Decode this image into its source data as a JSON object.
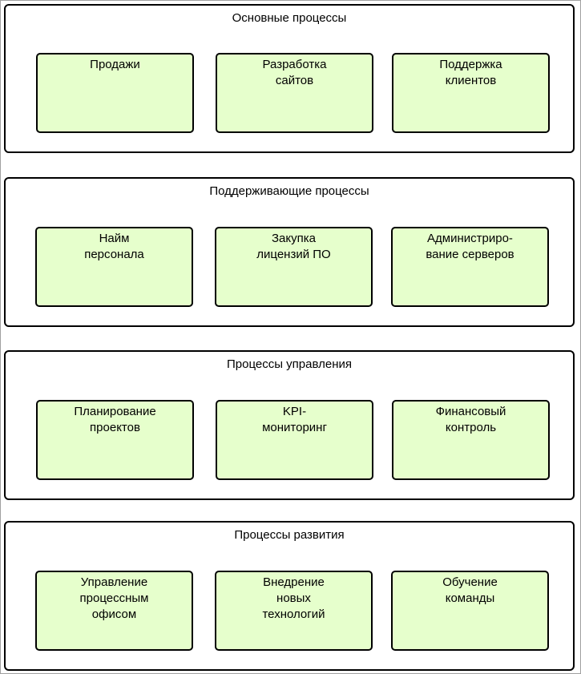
{
  "groups": [
    {
      "title": "Основные процессы",
      "items": [
        "Продажи",
        "Разработка\nсайтов",
        "Поддержка\nклиентов"
      ]
    },
    {
      "title": "Поддерживающие процессы",
      "items": [
        "Найм\nперсонала",
        "Закупка\nлицензий ПО",
        "Администриро-\nвание серверов"
      ]
    },
    {
      "title": "Процессы управления",
      "items": [
        "Планирование\nпроектов",
        "KPI-\nмониторинг",
        "Финансовый\nконтроль"
      ]
    },
    {
      "title": "Процессы развития",
      "items": [
        "Управление\nпроцессным\nофисом",
        "Внедрение\nновых\nтехнологий",
        "Обучение\nкоманды"
      ]
    }
  ],
  "colors": {
    "process_fill": "#e6ffcc",
    "border": "#000000"
  }
}
